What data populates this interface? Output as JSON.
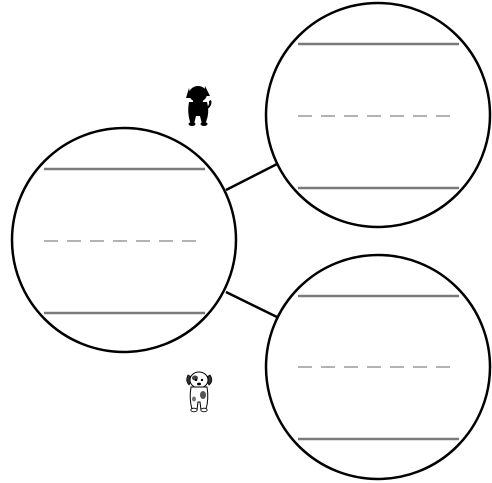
{
  "worksheet": {
    "circles": [
      {
        "id": "left",
        "writing_lines": [
          "solid",
          "dashed",
          "solid"
        ]
      },
      {
        "id": "top-right",
        "writing_lines": [
          "solid",
          "dashed",
          "solid"
        ]
      },
      {
        "id": "bottom-right",
        "writing_lines": [
          "solid",
          "dashed",
          "solid"
        ]
      }
    ],
    "connectors": [
      {
        "from": "left",
        "to": "top-right"
      },
      {
        "from": "left",
        "to": "bottom-right"
      }
    ],
    "images": [
      {
        "icon": "black-dog-silhouette-icon",
        "near": "top-right",
        "style": "silhouette"
      },
      {
        "icon": "spotted-dog-icon",
        "near": "bottom-right",
        "style": "outline-spotted"
      }
    ],
    "colors": {
      "circle_stroke": "#000000",
      "solid_line": "#7a7a7a",
      "dashed_line": "#b3b3b3",
      "background": "#ffffff"
    }
  }
}
